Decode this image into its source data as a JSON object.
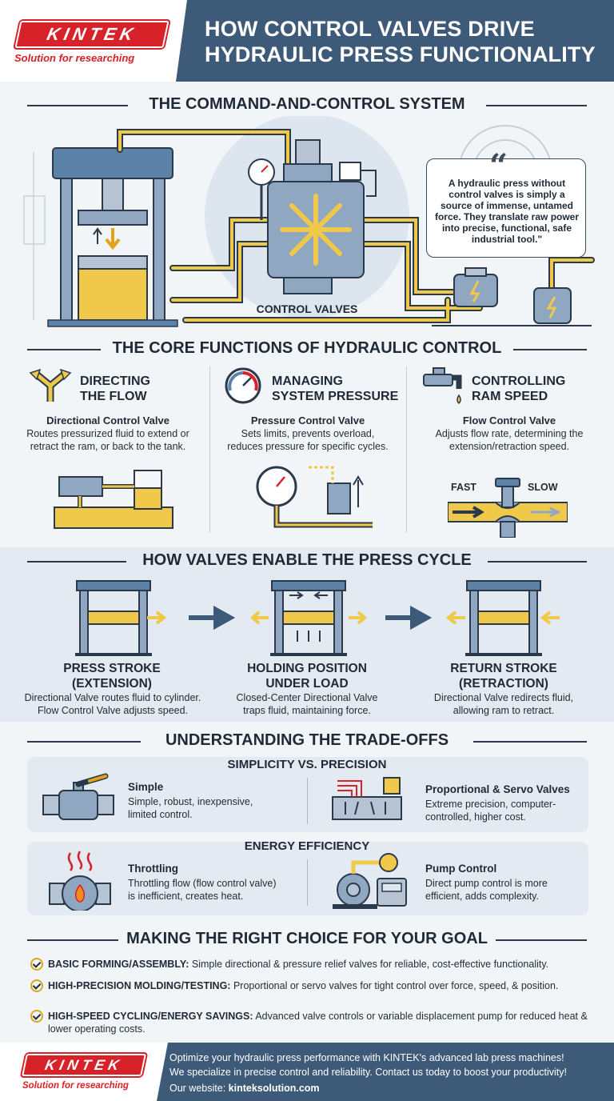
{
  "header": {
    "logo": "KINTEK",
    "logo_tagline": "Solution for researching",
    "title_line1": "HOW CONTROL VALVES DRIVE",
    "title_line2": "HYDRAULIC PRESS FUNCTIONALITY"
  },
  "command": {
    "heading": "THE COMMAND-AND-CONTROL SYSTEM",
    "control_label": "CONTROL VALVES",
    "quote": "A hydraulic press without control valves is simply a source of immense, untamed force. They translate raw power into precise, functional, safe industrial tool.\""
  },
  "core": {
    "heading": "THE CORE FUNCTIONS OF HYDRAULIC CONTROL",
    "items": [
      {
        "title_l1": "DIRECTING",
        "title_l2": "THE FLOW",
        "valve": "Directional Control Valve",
        "desc_l1": "Routes pressurized fluid to extend or",
        "desc_l2": "retract the ram, or back to the tank.",
        "icon": "split-arrow-icon"
      },
      {
        "title_l1": "MANAGING",
        "title_l2": "SYSTEM PRESSURE",
        "valve": "Pressure Control Valve",
        "desc_l1": "Sets limits, prevents overload,",
        "desc_l2": "reduces pressure for specific cycles.",
        "icon": "gauge-icon"
      },
      {
        "title_l1": "CONTROLLING",
        "title_l2": "RAM SPEED",
        "valve": "Flow Control Valve",
        "desc_l1": "Adjusts flow rate, determining the",
        "desc_l2": "extension/retraction speed.",
        "icon": "faucet-icon"
      }
    ],
    "fast_label": "FAST",
    "slow_label": "SLOW"
  },
  "cycle": {
    "heading": "HOW VALVES ENABLE THE PRESS CYCLE",
    "steps": [
      {
        "title_l1": "PRESS STROKE",
        "title_l2": "(EXTENSION)",
        "desc_l1": "Directional Valve routes fluid to cylinder.",
        "desc_l2": "Flow Control Valve adjusts speed."
      },
      {
        "title_l1": "HOLDING POSITION",
        "title_l2": "UNDER LOAD",
        "desc_l1": "Closed-Center Directional Valve",
        "desc_l2": "traps fluid, maintaining force."
      },
      {
        "title_l1": "RETURN STROKE",
        "title_l2": "(RETRACTION)",
        "desc_l1": "Directional Valve redirects fluid,",
        "desc_l2": "allowing ram to retract."
      }
    ]
  },
  "tradeoffs": {
    "heading": "UNDERSTANDING THE TRADE-OFFS",
    "group1": {
      "heading": "SIMPLICITY VS. PRECISION",
      "left": {
        "title": "Simple",
        "desc_l1": "Simple, robust, inexpensive,",
        "desc_l2": "limited control."
      },
      "right": {
        "title": "Proportional & Servo Valves",
        "desc_l1": "Extreme precision, computer-",
        "desc_l2": "controlled, higher cost."
      }
    },
    "group2": {
      "heading": "ENERGY EFFICIENCY",
      "left": {
        "title": "Throttling",
        "desc_l1": "Throttling flow (flow control valve)",
        "desc_l2": "is inefficient, creates heat."
      },
      "right": {
        "title": "Pump Control",
        "desc_l1": "Direct pump control is more",
        "desc_l2": "efficient, adds complexity."
      }
    }
  },
  "choice": {
    "heading": "MAKING THE RIGHT CHOICE FOR YOUR GOAL",
    "items": [
      {
        "label": "BASIC FORMING/ASSEMBLY:",
        "text": " Simple directional & pressure relief valves for reliable, cost-effective functionality."
      },
      {
        "label": "HIGH-PRECISION MOLDING/TESTING:",
        "text": " Proportional or servo valves for tight control over force, speed, & position."
      },
      {
        "label": "HIGH-SPEED CYCLING/ENERGY SAVINGS:",
        "text": " Advanced valve controls or variable displacement pump for reduced heat & lower operating costs."
      }
    ]
  },
  "footer": {
    "logo": "KINTEK",
    "logo_tagline": "Solution for researching",
    "line1": "Optimize your hydraulic press performance with KINTEK's advanced lab press machines!",
    "line2": "We specialize in precise control and reliability. Contact us today to boost your productivity!",
    "website_label": "Our website: ",
    "website": "kinteksolution.com"
  },
  "colors": {
    "navy": "#3d5a78",
    "brand_red": "#d8222a",
    "fluid_yellow": "#f0c94a",
    "steel_blue": "#5d82a8",
    "dark": "#1f2a36"
  }
}
